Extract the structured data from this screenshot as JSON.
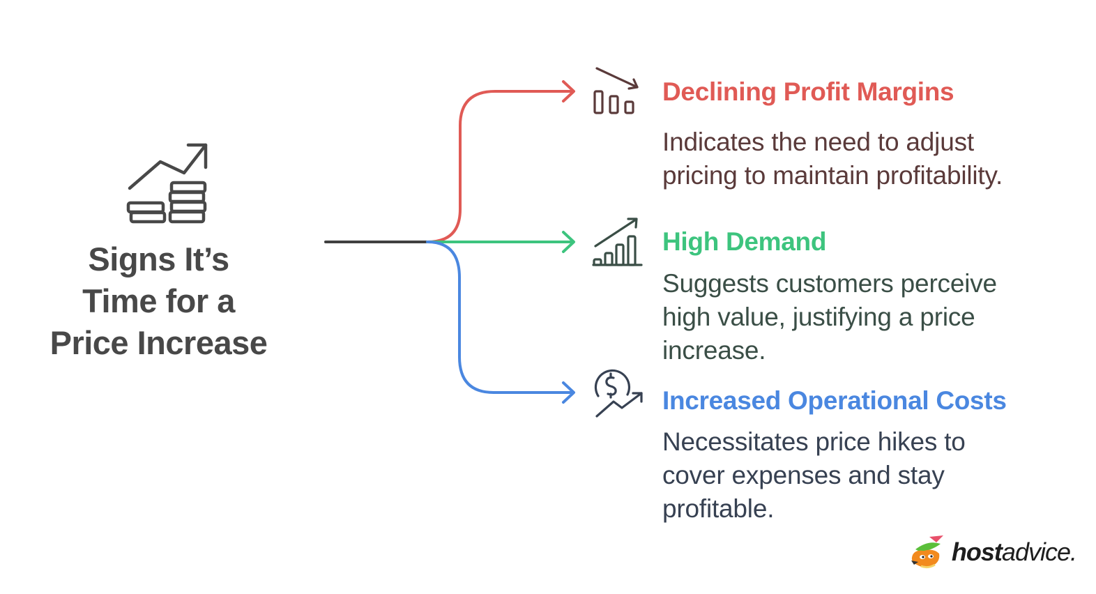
{
  "diagram": {
    "title_lines": [
      "Signs It’s",
      "Time for a",
      "Price Increase"
    ],
    "title_color": "#484848",
    "trunk_color": "#404040",
    "branches": [
      {
        "icon": "declining-bar-chart-icon",
        "heading": "Declining Profit Margins",
        "color": "#e05a55",
        "text_color": "#5a3a3a",
        "description_lines": [
          "Indicates the need to adjust",
          "pricing to maintain profitability."
        ]
      },
      {
        "icon": "growth-bar-chart-icon",
        "heading": "High Demand",
        "color": "#3dc47e",
        "text_color": "#3a4e46",
        "description_lines": [
          "Suggests customers perceive",
          "high value, justifying a price",
          "increase."
        ]
      },
      {
        "icon": "dollar-rising-trend-icon",
        "heading": "Increased Operational Costs",
        "color": "#4a87e0",
        "text_color": "#374152",
        "description_lines": [
          "Necessitates price hikes to",
          "cover expenses and stay",
          "profitable."
        ]
      }
    ]
  },
  "branding": {
    "logo_bold": "host",
    "logo_light": "advice.",
    "mascot_icon": "fox-mascot-icon"
  }
}
